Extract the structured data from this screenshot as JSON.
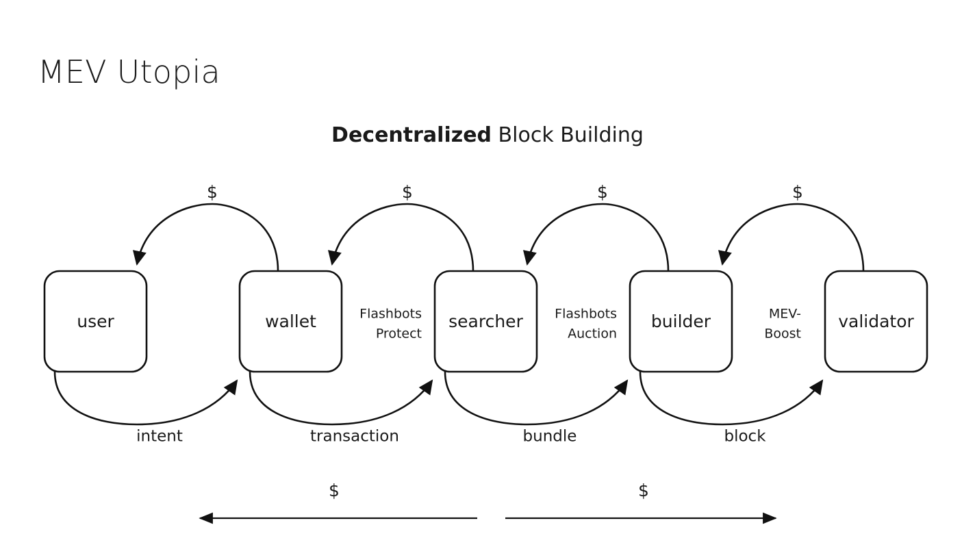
{
  "page": {
    "title": "MEV Utopia",
    "background_color": "#ffffff",
    "ink_color": "#111111"
  },
  "subtitle": {
    "bold_part": "Decentralized",
    "regular_part": " Block Building"
  },
  "nodes": [
    {
      "id": "user",
      "label": "user"
    },
    {
      "id": "wallet",
      "label": "wallet"
    },
    {
      "id": "searcher",
      "label": "searcher"
    },
    {
      "id": "builder",
      "label": "builder"
    },
    {
      "id": "validator",
      "label": "validator"
    }
  ],
  "top_edges": [
    {
      "from": "wallet",
      "to": "user",
      "label": "$"
    },
    {
      "from": "searcher",
      "to": "wallet",
      "label": "$"
    },
    {
      "from": "builder",
      "to": "searcher",
      "label": "$"
    },
    {
      "from": "validator",
      "to": "builder",
      "label": "$"
    }
  ],
  "bottom_edges": [
    {
      "from": "user",
      "to": "wallet",
      "label": "intent"
    },
    {
      "from": "wallet",
      "to": "searcher",
      "label": "transaction"
    },
    {
      "from": "searcher",
      "to": "builder",
      "label": "bundle"
    },
    {
      "from": "builder",
      "to": "validator",
      "label": "block"
    }
  ],
  "middle_labels": [
    {
      "between": "wallet-searcher",
      "line1": "Flashbots",
      "line2": "Protect"
    },
    {
      "between": "searcher-builder",
      "line1": "Flashbots",
      "line2": "Auction"
    },
    {
      "between": "builder-validator",
      "line1": "MEV-",
      "line2": "Boost"
    }
  ],
  "bottom_arrows": [
    {
      "id": "left-flow",
      "label": "$",
      "direction": "left"
    },
    {
      "id": "right-flow",
      "label": "$",
      "direction": "right"
    }
  ]
}
